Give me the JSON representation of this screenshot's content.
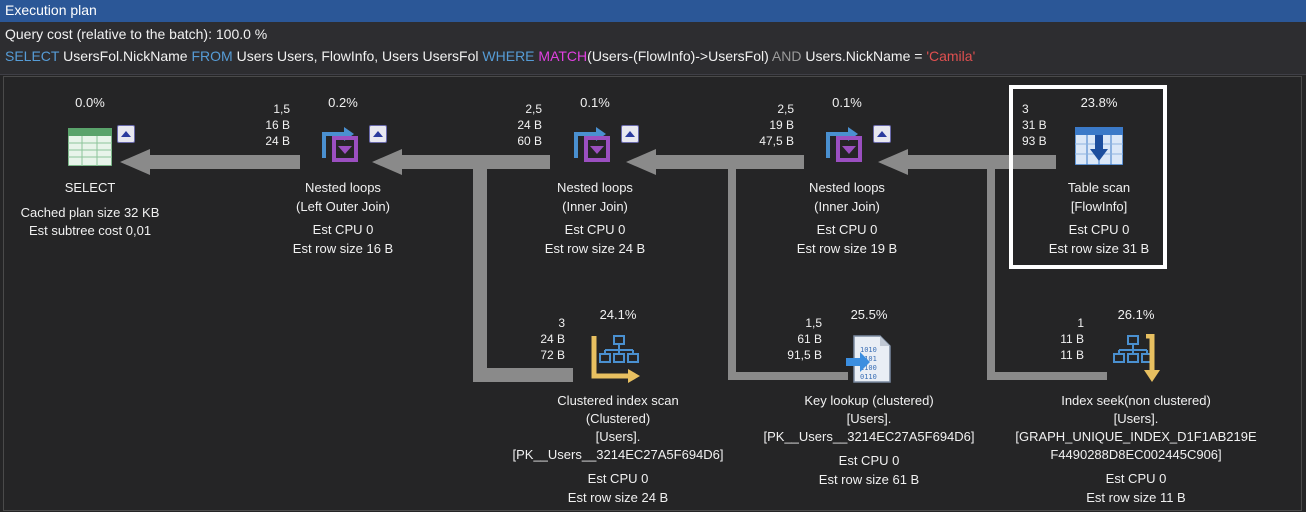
{
  "window": {
    "title": "Execution plan"
  },
  "header": {
    "cost_label": "Query cost (relative to the batch):",
    "cost_value": "100.0 %",
    "query": {
      "select": "SELECT",
      "col": " UsersFol.NickName ",
      "from": "FROM",
      "tables": " Users Users, FlowInfo, Users UsersFol ",
      "where": "WHERE",
      "match": "MATCH",
      "pattern": "(Users-(FlowInfo)->UsersFol)",
      "and": " AND ",
      "cond": "Users.NickName = ",
      "literal": "'Camila'"
    }
  },
  "nodes": {
    "select": {
      "percent": "0.0%",
      "name": "SELECT",
      "line1": "Cached plan size  32 KB",
      "line2": "Est subtree cost  0,01",
      "icon": "select-table-icon"
    },
    "nl1": {
      "percent": "0.2%",
      "name": "Nested loops",
      "sub": "(Left Outer Join)",
      "rows": "1,5",
      "size": "16 B",
      "total": "24 B",
      "cpu": "Est CPU  0",
      "rowsize": "Est row size  16 B",
      "icon": "nested-loops-icon"
    },
    "nl2": {
      "percent": "0.1%",
      "name": "Nested loops",
      "sub": "(Inner Join)",
      "rows": "2,5",
      "size": "24 B",
      "total": "60 B",
      "cpu": "Est CPU  0",
      "rowsize": "Est row size  24 B",
      "icon": "nested-loops-icon"
    },
    "nl3": {
      "percent": "0.1%",
      "name": "Nested loops",
      "sub": "(Inner Join)",
      "rows": "2,5",
      "size": "19 B",
      "total": "47,5 B",
      "cpu": "Est CPU  0",
      "rowsize": "Est row size  19 B",
      "icon": "nested-loops-icon"
    },
    "tscan": {
      "percent": "23.8%",
      "name": "Table scan",
      "sub": "[FlowInfo]",
      "rows": "3",
      "size": "31 B",
      "total": "93 B",
      "cpu": "Est CPU  0",
      "rowsize": "Est row size  31 B",
      "icon": "table-scan-icon"
    },
    "cis": {
      "percent": "24.1%",
      "name": "Clustered index scan",
      "sub": "(Clustered)",
      "obj1": "[Users].",
      "obj2": "[PK__Users__3214EC27A5F694D6]",
      "rows": "3",
      "size": "24 B",
      "total": "72 B",
      "cpu": "Est CPU  0",
      "rowsize": "Est row size  24 B",
      "icon": "clustered-index-scan-icon"
    },
    "kl": {
      "percent": "25.5%",
      "name": "Key lookup (clustered)",
      "obj1": "[Users].",
      "obj2": "[PK__Users__3214EC27A5F694D6]",
      "rows": "1,5",
      "size": "61 B",
      "total": "91,5 B",
      "cpu": "Est CPU  0",
      "rowsize": "Est row size  61 B",
      "icon": "key-lookup-icon"
    },
    "is": {
      "percent": "26.1%",
      "name": "Index seek(non clustered)",
      "obj1": "[Users].",
      "obj2": "[GRAPH_UNIQUE_INDEX_D1F1AB219E",
      "obj3": "F4490288D8EC002445C906]",
      "rows": "1",
      "size": "11 B",
      "total": "11 B",
      "cpu": "Est CPU  0",
      "rowsize": "Est row size  11 B",
      "icon": "index-seek-icon"
    }
  },
  "colors": {
    "titlebar": "#2b5797",
    "keyword": "#569cd6",
    "function": "#e040e0",
    "string": "#e05050",
    "arrow": "#8a8a8a"
  }
}
